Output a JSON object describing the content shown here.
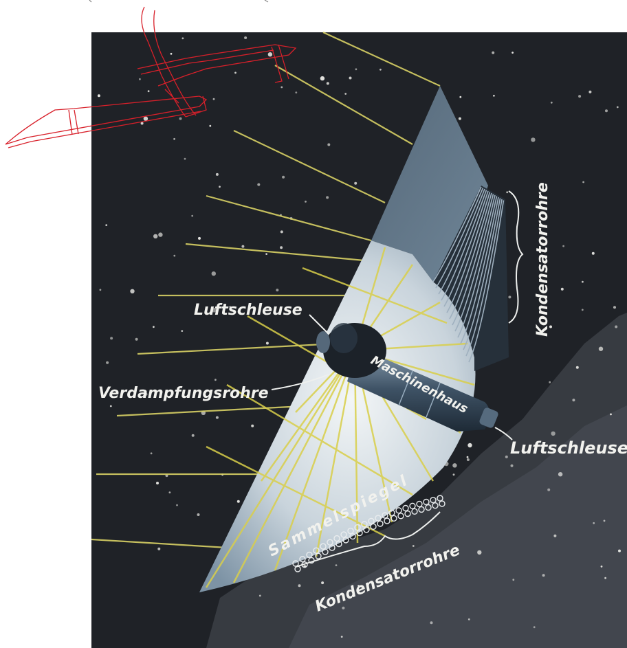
{
  "labels": {
    "luftschleuse_top": "Luftschleuse",
    "verdampfungsrohre": "Verdampfungsrohre",
    "maschinenhaus": "Maschinenhaus",
    "luftschleuse_right": "Luftschleuse",
    "kondensatorrohre_right": "Kondensatorrohre",
    "sammelspiegel": "Sammelspiegel",
    "kondensatorrohre_bottom": "Kondensatorrohre"
  },
  "colors": {
    "space": "#1f2227",
    "mirror_light": "#d6dee4",
    "mirror_dark": "#5f7689",
    "sun_rays": "#e0d96a",
    "label": "#f2f2ee",
    "pencil_sketch": "#d8202a"
  }
}
